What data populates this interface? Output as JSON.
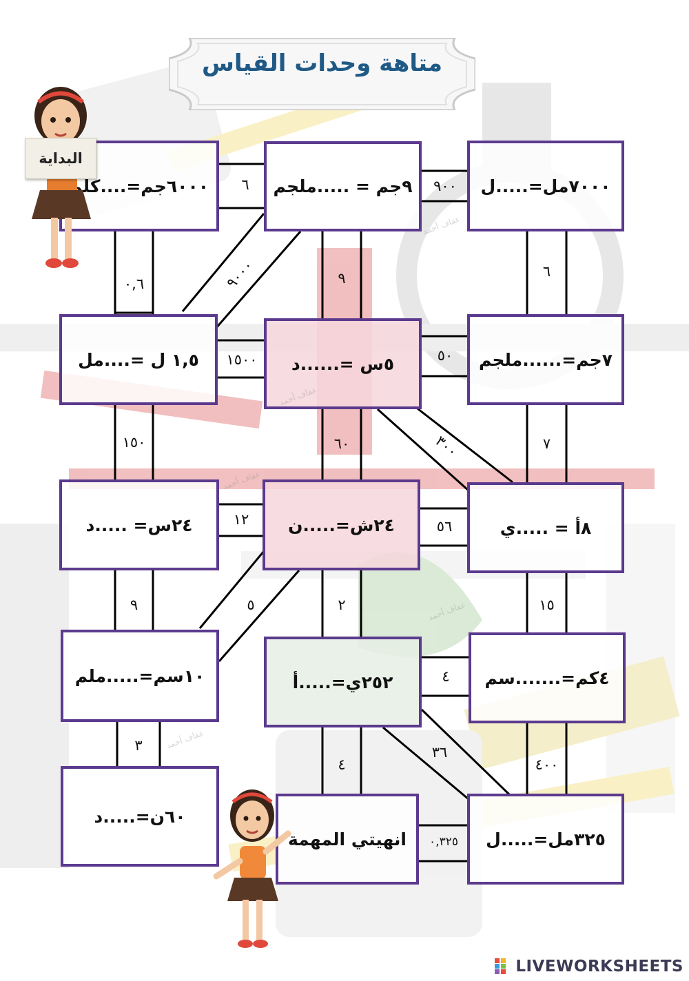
{
  "title": "متاهة وحدات القياس",
  "start_label": "البداية",
  "watermark": "عفاف أحمد",
  "boxes": [
    {
      "text": "٦٠٠٠جم=....كلم"
    },
    {
      "text": "٩جم = .....ملجم"
    },
    {
      "text": "٧٠٠٠مل=.....ل"
    },
    {
      "text": "١,٥ ل =....مل"
    },
    {
      "text": "٥س =......د"
    },
    {
      "text": "٧جم=......ملجم"
    },
    {
      "text": "٢٤س= .....د"
    },
    {
      "text": "٢٤ش=.....ن"
    },
    {
      "text": "٨أ = .....ي"
    },
    {
      "text": "١٠سم=.....ملم"
    },
    {
      "text": "٢٥٢ي=.....أ"
    },
    {
      "text": "٤كم=.......سم"
    },
    {
      "text": "٦٠ن=.....د"
    },
    {
      "text": "انهيتي المهمة"
    },
    {
      "text": "٣٢٥مل=.....ل"
    }
  ],
  "connectors": [
    {
      "label": "٦"
    },
    {
      "label": "٩٠٠"
    },
    {
      "label": "٠,٦"
    },
    {
      "label": "٩٠٠٠"
    },
    {
      "label": "٩"
    },
    {
      "label": "٦"
    },
    {
      "label": "١٥٠٠"
    },
    {
      "label": "٥٠"
    },
    {
      "label": "١٥٠"
    },
    {
      "label": "٦٠"
    },
    {
      "label": "٣٠٠"
    },
    {
      "label": "٧"
    },
    {
      "label": "١٢"
    },
    {
      "label": "٥٦"
    },
    {
      "label": "٩"
    },
    {
      "label": "٥"
    },
    {
      "label": "٢"
    },
    {
      "label": "١٥"
    },
    {
      "label": "٤"
    },
    {
      "label": "٣"
    },
    {
      "label": "٤"
    },
    {
      "label": "٣٦"
    },
    {
      "label": "٤٠٠"
    },
    {
      "label": "٠,٣٢٥"
    }
  ],
  "footer": {
    "brand": "LIVEWORKSHEETS"
  },
  "colors": {
    "box_border": "#5b3a8e",
    "title": "#1f5a86",
    "accent_red": "#d94b4b",
    "accent_yellow": "#f2d55c"
  }
}
